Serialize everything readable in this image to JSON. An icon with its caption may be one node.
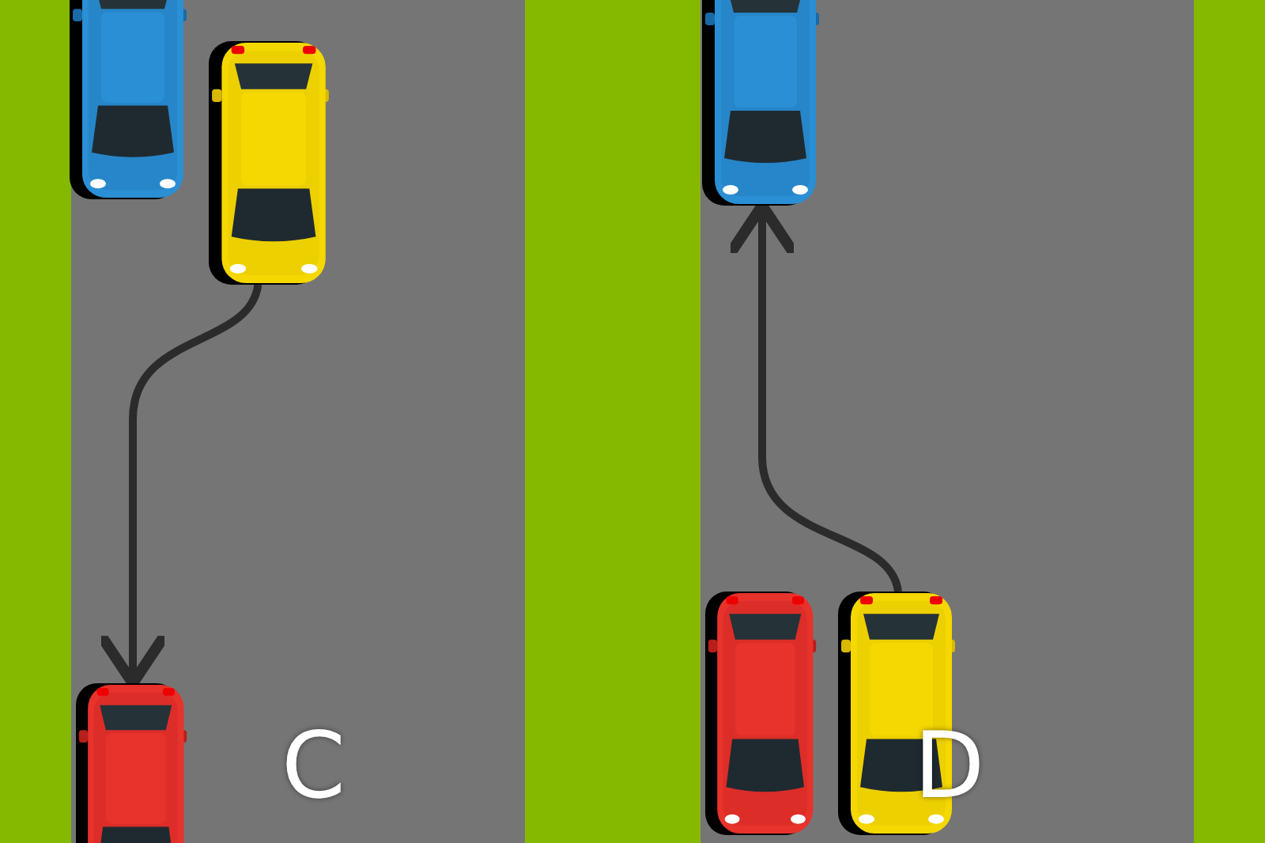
{
  "diagram": {
    "nodes": [
      {
        "text": [],
        "shape": "picture"
      },
      {
        "text": [],
        "shape": "picture"
      },
      {
        "text": [],
        "shape": "picture"
      },
      {
        "text": [],
        "shape": "picture"
      },
      {
        "text": [],
        "shape": "picture"
      },
      {
        "text": [],
        "shape": "picture"
      }
    ],
    "edges": [
      {
        "from": 1,
        "to": 2,
        "arrow": "to"
      },
      {
        "from": 5,
        "to": 3,
        "arrow": "to"
      }
    ],
    "labels": [
      "C",
      "D"
    ]
  }
}
